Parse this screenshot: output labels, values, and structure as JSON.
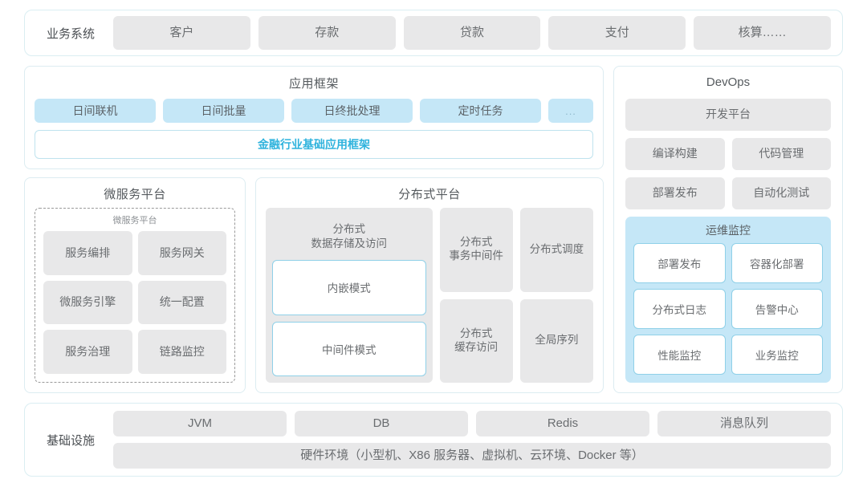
{
  "business": {
    "label": "业务系统",
    "items": [
      "客户",
      "存款",
      "贷款",
      "支付",
      "核算……"
    ]
  },
  "app_framework": {
    "title": "应用框架",
    "tags": [
      "日间联机",
      "日间批量",
      "日终批处理",
      "定时任务",
      "..."
    ],
    "foundation": "金融行业基础应用框架",
    "foundation_color": "#2fb3dd"
  },
  "microservice": {
    "title": "微服务平台",
    "inner_title": "微服务平台",
    "items": [
      "服务编排",
      "服务网关",
      "微服务引擎",
      "统一配置",
      "服务治理",
      "链路监控"
    ]
  },
  "distributed": {
    "title": "分布式平台",
    "col1": {
      "title_line1": "分布式",
      "title_line2": "数据存储及访问",
      "modes": [
        "内嵌模式",
        "中间件模式"
      ]
    },
    "grid": [
      {
        "line1": "分布式",
        "line2": "事务中间件"
      },
      {
        "line1": "分布式调度",
        "line2": ""
      },
      {
        "line1": "分布式",
        "line2": "缓存访问"
      },
      {
        "line1": "全局序列",
        "line2": ""
      }
    ]
  },
  "devops": {
    "title": "DevOps",
    "platform": "开发平台",
    "pair1": [
      "编译构建",
      "代码管理"
    ],
    "pair2": [
      "部署发布",
      "自动化测试"
    ],
    "ops": {
      "title": "运维监控",
      "items": [
        "部署发布",
        "容器化部署",
        "分布式日志",
        "告警中心",
        "性能监控",
        "业务监控"
      ]
    }
  },
  "infrastructure": {
    "label": "基础设施",
    "items": [
      "JVM",
      "DB",
      "Redis",
      "消息队列"
    ],
    "hardware": "硬件环境（小型机、X86 服务器、虚拟机、云环境、Docker 等）"
  },
  "colors": {
    "accent": "#2fb3dd",
    "tile_gray": "#e8e8e9",
    "tile_blue": "#c5e7f7",
    "border_cyan": "#daeef2"
  }
}
